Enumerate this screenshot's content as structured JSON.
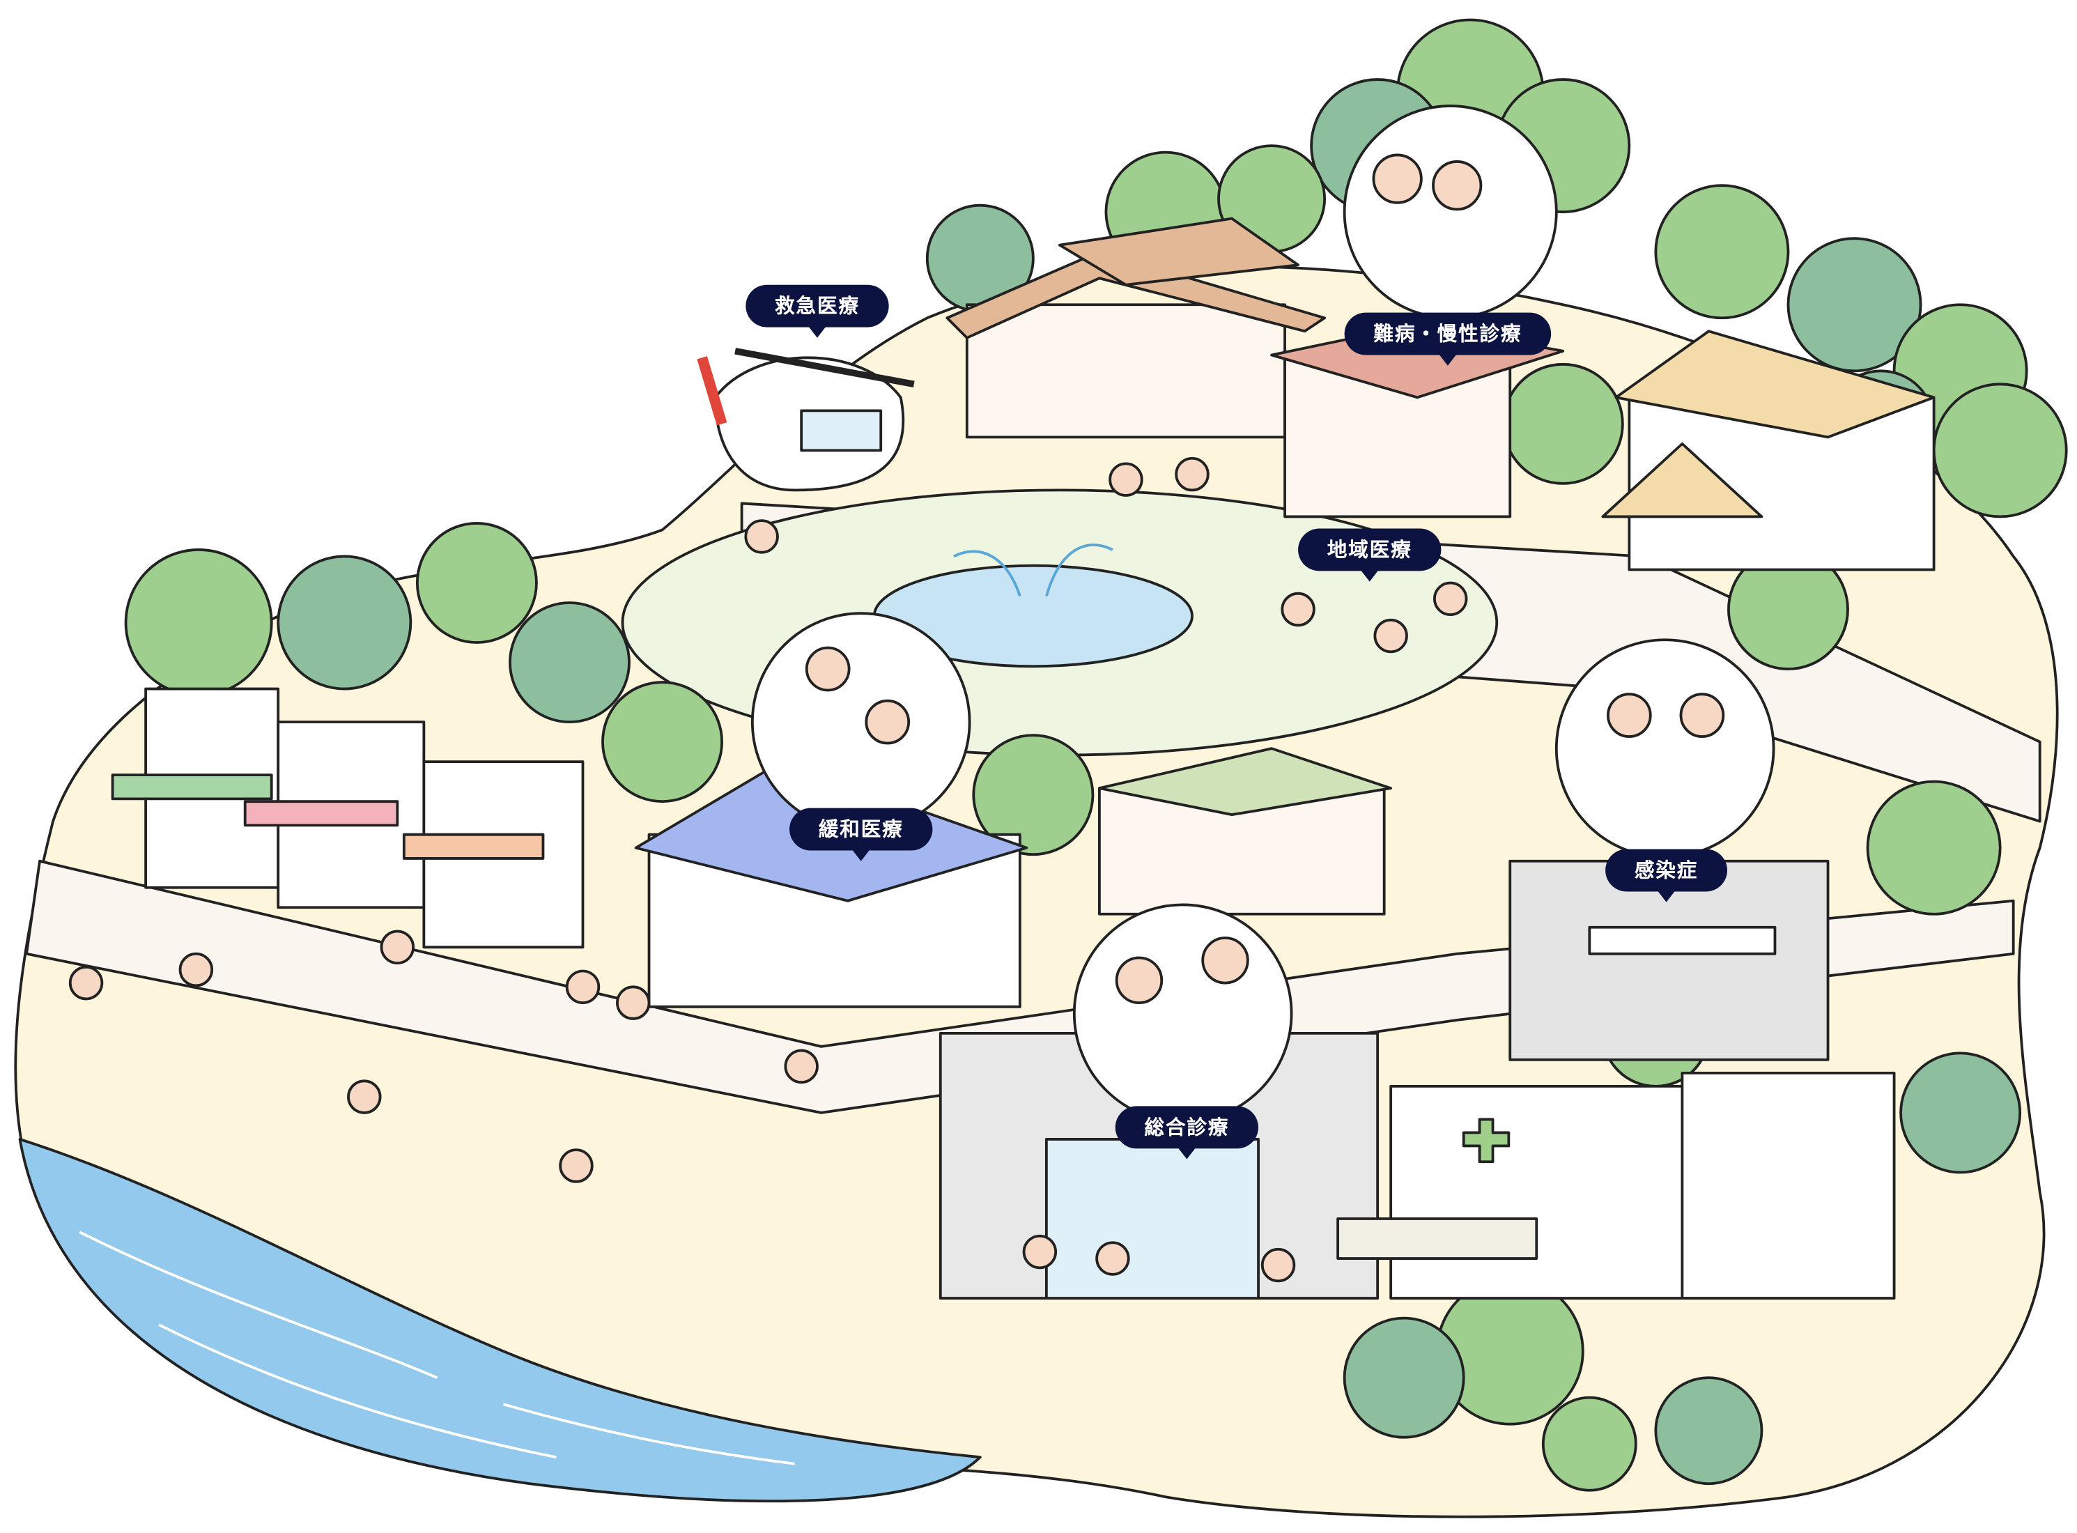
{
  "colors": {
    "label_bg": "#0d1340",
    "land": "#fdf6dc",
    "sea": "#93c9ec",
    "road": "#faf5ef",
    "tree": "#9fcf8f",
    "tree_dark": "#8dbf9e",
    "grass": "#eef5e0"
  },
  "labels": [
    {
      "id": "emergency",
      "text": "救急医療"
    },
    {
      "id": "intractable",
      "text": "難病・慢性診療"
    },
    {
      "id": "community",
      "text": "地域医療"
    },
    {
      "id": "palliative",
      "text": "緩和医療"
    },
    {
      "id": "infection",
      "text": "感染症"
    },
    {
      "id": "general",
      "text": "総合診療"
    }
  ]
}
